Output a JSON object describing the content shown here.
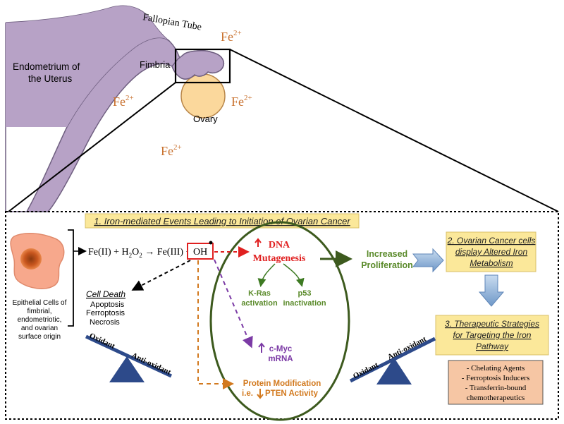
{
  "top": {
    "fallopian_tube": "Fallopian Tube",
    "endometrium_line1": "Endometrium of",
    "endometrium_line2": "the Uterus",
    "fimbria": "Fimbria",
    "ovary": "Ovary",
    "fe_base": "Fe",
    "fe_charge": "2+"
  },
  "section1": {
    "title": "1. Iron-mediated Events Leading to Initiation of Ovarian Cancer",
    "cells_line1": "Epithelial Cells of",
    "cells_line2": "fimbrial,",
    "cells_line3": "endometriotic,",
    "cells_line4": "and ovarian",
    "cells_line5": "surface origin",
    "reaction": "Fe(II) + H₂O₂ → Fe(III) +",
    "oh": "OH",
    "cell_death": "Cell Death",
    "death_types": [
      "Apoptosis",
      "Ferroptosis",
      "Necrosis"
    ],
    "dna_line1": "DNA",
    "dna_line2": "Mutagenesis",
    "kras_line1": "K-Ras",
    "kras_line2": "activation",
    "p53_line1": "p53",
    "p53_line2": "inactivation",
    "cmyc_line1": "c-Myc",
    "cmyc_line2": "mRNA",
    "protein_line1": "Protein Modification",
    "protein_line2": "i.e.",
    "protein_line2b": "PTEN Activity",
    "increased_line1": "Increased",
    "increased_line2": "Proliferation",
    "oxidant": "Oxidant",
    "antioxidant": "Anti-oxidant"
  },
  "section2": {
    "line1": "2. Ovarian Cancer cells",
    "line2": "display Altered Iron",
    "line3": "Metabolism"
  },
  "section3": {
    "line1": "3. Therapeutic Strategies",
    "line2": "for Targeting the Iron",
    "line3": "Pathway",
    "items": [
      "- Chelating Agents",
      "- Ferroptosis Inducers",
      "- Transferrin-bound",
      "chemotherapeutics"
    ]
  },
  "colors": {
    "purple_fill": "#b7a2c6",
    "purple_stroke": "#6f5f80",
    "ovary_fill": "#fbd89c",
    "fe_color": "#c8702d",
    "red": "#e02020",
    "green": "#5a8a2a",
    "dark_green": "#3d5a1e",
    "violet": "#7b3aa5",
    "orange": "#d2791e",
    "yellow_box": "#fbe89a",
    "blue_arrow": "#8ab0d8",
    "salmon": "#f6c6a4",
    "navy": "#2d4a8a"
  }
}
